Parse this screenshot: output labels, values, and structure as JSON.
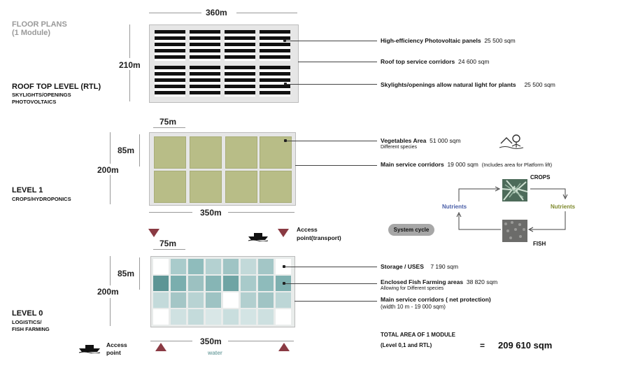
{
  "header": {
    "title": "FLOOR PLANS",
    "subtitle": "(1 Module)"
  },
  "rtl": {
    "title": "ROOF TOP LEVEL (RTL)",
    "subtitle_1": "SKYLIGHTS/OPENINGS",
    "subtitle_2": "PHOTOVOLTAICS",
    "width": "360m",
    "height": "210m",
    "annotations": [
      {
        "label": "High-efficiency Photovoltaic panels",
        "value": "25 500 sqm"
      },
      {
        "label": "Roof top service corridors",
        "value": "24 600 sqm"
      },
      {
        "label": "Skylights/openings allow natural light for plants",
        "value": "25 500 sqm"
      }
    ]
  },
  "level1": {
    "title": "LEVEL 1",
    "subtitle": "CROPS/HYDROPONICS",
    "module_width": "75m",
    "module_height": "85m",
    "height": "200m",
    "width": "350m",
    "annotations": {
      "vegetables_label": "Vegetables Area",
      "vegetables_value": "51 000 sqm",
      "vegetables_note": "Different species",
      "corridors_label": "Main service corridors",
      "corridors_value": "19 000 sqm",
      "corridors_note": "(Includes area for Platform lift)"
    }
  },
  "cycle": {
    "crops": "CROPS",
    "fish": "FISH",
    "nutrients_left": "Nutrients",
    "nutrients_right": "Nutrients",
    "badge": "System cycle"
  },
  "access_mid": {
    "line1": "Access",
    "line2": "point(transport)"
  },
  "level0": {
    "title": "LEVEL 0",
    "subtitle_1": "LOGISTICS/",
    "subtitle_2": "FISH FARMING",
    "module_width": "75m",
    "module_height": "85m",
    "height": "200m",
    "width": "350m",
    "water": "water",
    "annotations": {
      "storage_label": "Storage / USES",
      "storage_value": "7 190 sqm",
      "fish_label": "Enclosed Fish Farming areas",
      "fish_value": "38 820 sqm",
      "fish_note": "Allowing for Different species",
      "corridors_label": "Main service corridors ( net protection)",
      "corridors_note": "(width 10 m - 19 000 sqm)"
    },
    "tank_colors": [
      [
        "#ffffff",
        "#a9cbcb",
        "#8fbcbc",
        "#b4d1d1",
        "#9fc4c4",
        "#c2d9d9",
        "#a3c6c6",
        "#ffffff"
      ],
      [
        "#5d9595",
        "#7aaeae",
        "#9cc1c1",
        "#86b5b5",
        "#6fa4a4",
        "#a8caca",
        "#8ebbbb",
        "#7eb0b0"
      ],
      [
        "#c3dada",
        "#a4c6c6",
        "#b8d3d3",
        "#9ec3c3",
        "#ffffff",
        "#b2cfcf",
        "#a0c4c4",
        "#bcd6d6"
      ],
      [
        "#ffffff",
        "#cfe1e1",
        "#c4dbdb",
        "#d9e7e7",
        "#c9dede",
        "#d3e4e4",
        "#cde0e0",
        "#ffffff"
      ]
    ]
  },
  "access_bottom": {
    "line1": "Access",
    "line2": "point"
  },
  "total": {
    "line1": "TOTAL AREA OF 1 MODULE",
    "line2": "(Level 0,1 and RTL)",
    "equals": "=",
    "value": "209 610 sqm"
  },
  "colors": {
    "triangle": "#8a3a43",
    "nutrients_blue": "#4a5fa8",
    "nutrients_olive": "#7f8a2e",
    "crop_green": "#b8bd87"
  }
}
